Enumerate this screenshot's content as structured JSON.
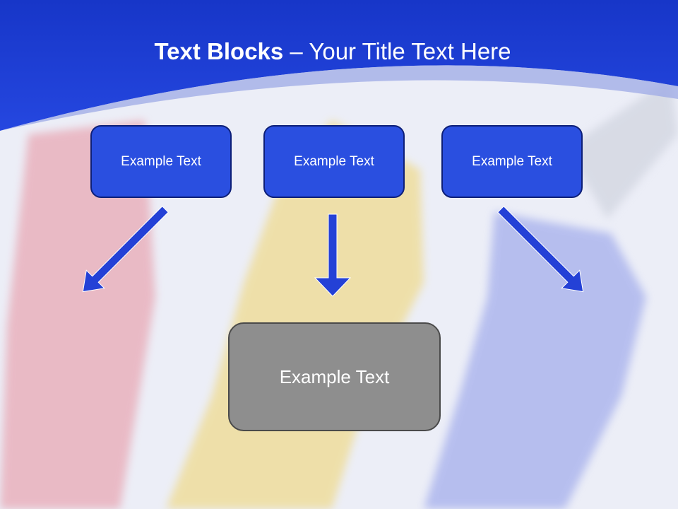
{
  "slide": {
    "title_bold": "Text Blocks",
    "title_separator": " – ",
    "title_rest": "Your Title Text Here",
    "colors": {
      "header": "#1d3ad2",
      "box_fill": "#2a4fe0",
      "box_border": "#0d1f78",
      "center_fill": "#8e8e8e",
      "arrow": "#2441d6"
    }
  },
  "boxes": [
    {
      "label": "Example Text"
    },
    {
      "label": "Example Text"
    },
    {
      "label": "Example Text"
    }
  ],
  "center_box": {
    "label": "Example Text"
  }
}
